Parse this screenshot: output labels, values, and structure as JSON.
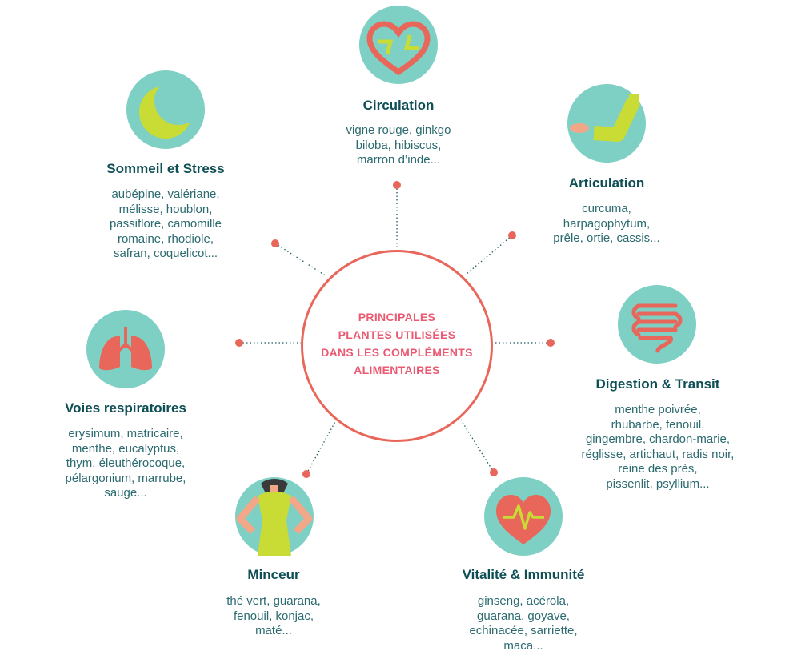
{
  "center": {
    "lines": [
      "PRINCIPALES",
      "PLANTES UTILISÉES",
      "DANS LES COMPLÉMENTS",
      "ALIMENTAIRES"
    ]
  },
  "colors": {
    "teal": "#7ecfc4",
    "accent": "#e8675a",
    "lime": "#c8dc35",
    "pink": "#ea5a72",
    "title": "#0e4f55",
    "text": "#2b6a6f"
  },
  "categories": [
    {
      "id": "circulation",
      "icon": "heart-arrows-icon",
      "title": "Circulation",
      "lines": [
        "vigne rouge, ginkgo",
        "biloba, hibiscus,",
        "marron d’inde..."
      ]
    },
    {
      "id": "articulation",
      "icon": "arm-joint-icon",
      "title": "Articulation",
      "lines": [
        "curcuma,",
        "harpagophytum,",
        "prêle, ortie, cassis..."
      ]
    },
    {
      "id": "digestion",
      "icon": "intestine-icon",
      "title": "Digestion & Transit",
      "lines": [
        "menthe poivrée,",
        "rhubarbe, fenouil,",
        "gingembre, chardon-marie,",
        "réglisse, artichaut, radis noir,",
        "reine des près,",
        "pissenlit, psyllium..."
      ]
    },
    {
      "id": "vitalite",
      "icon": "heartbeat-icon",
      "title": "Vitalité & Immunité",
      "lines": [
        "ginseng, acérola,",
        "guarana, goyave,",
        "echinacée, sarriette,",
        "maca..."
      ]
    },
    {
      "id": "minceur",
      "icon": "slim-body-icon",
      "title": "Minceur",
      "lines": [
        "thé vert, guarana,",
        "fenouil, konjac,",
        "maté..."
      ]
    },
    {
      "id": "respiratoire",
      "icon": "lungs-icon",
      "title": "Voies respiratoires",
      "lines": [
        "erysimum, matricaire,",
        "menthe, eucalyptus,",
        "thym, éleuthérocoque,",
        "pélargonium, marrube,",
        "sauge..."
      ]
    },
    {
      "id": "sommeil",
      "icon": "moon-icon",
      "title": "Sommeil et Stress",
      "lines": [
        "aubépine, valériane,",
        "mélisse, houblon,",
        "passiflore, camomille",
        "romaine, rhodiole,",
        "safran, coquelicot..."
      ]
    }
  ]
}
